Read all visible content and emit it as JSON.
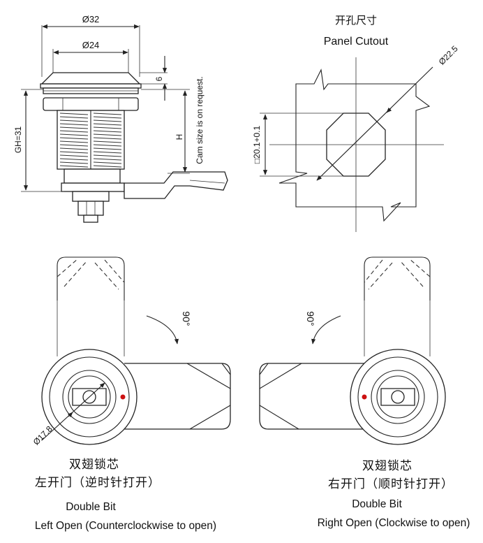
{
  "top_left": {
    "dim_outer_dia": "Ø32",
    "dim_inner_dia": "Ø24",
    "dim_flange": "6",
    "dim_gh": "GH=31",
    "dim_h": "H",
    "note_cam": "Cam size is on request."
  },
  "top_right": {
    "title_cn": "开孔尺寸",
    "title_en": "Panel Cutout",
    "dim_dia": "Ø22.5",
    "dim_square": "□20.1+0.1"
  },
  "bottom_left": {
    "rotation": "90°",
    "dim_dia": "Ø17.8",
    "caption_cn_1": "双翅锁芯",
    "caption_cn_2": "左开门（逆时针打开）",
    "caption_en_1": "Double Bit",
    "caption_en_2": "Left Open (Counterclockwise to open)"
  },
  "bottom_right": {
    "rotation": "90°",
    "caption_cn_1": "双翅锁芯",
    "caption_cn_2": "右开门（顺时针打开）",
    "caption_en_1": "Double Bit",
    "caption_en_2": "Right Open (Clockwise to open)"
  },
  "colors": {
    "line": "#222222",
    "indicator_dot": "#cc1111"
  }
}
